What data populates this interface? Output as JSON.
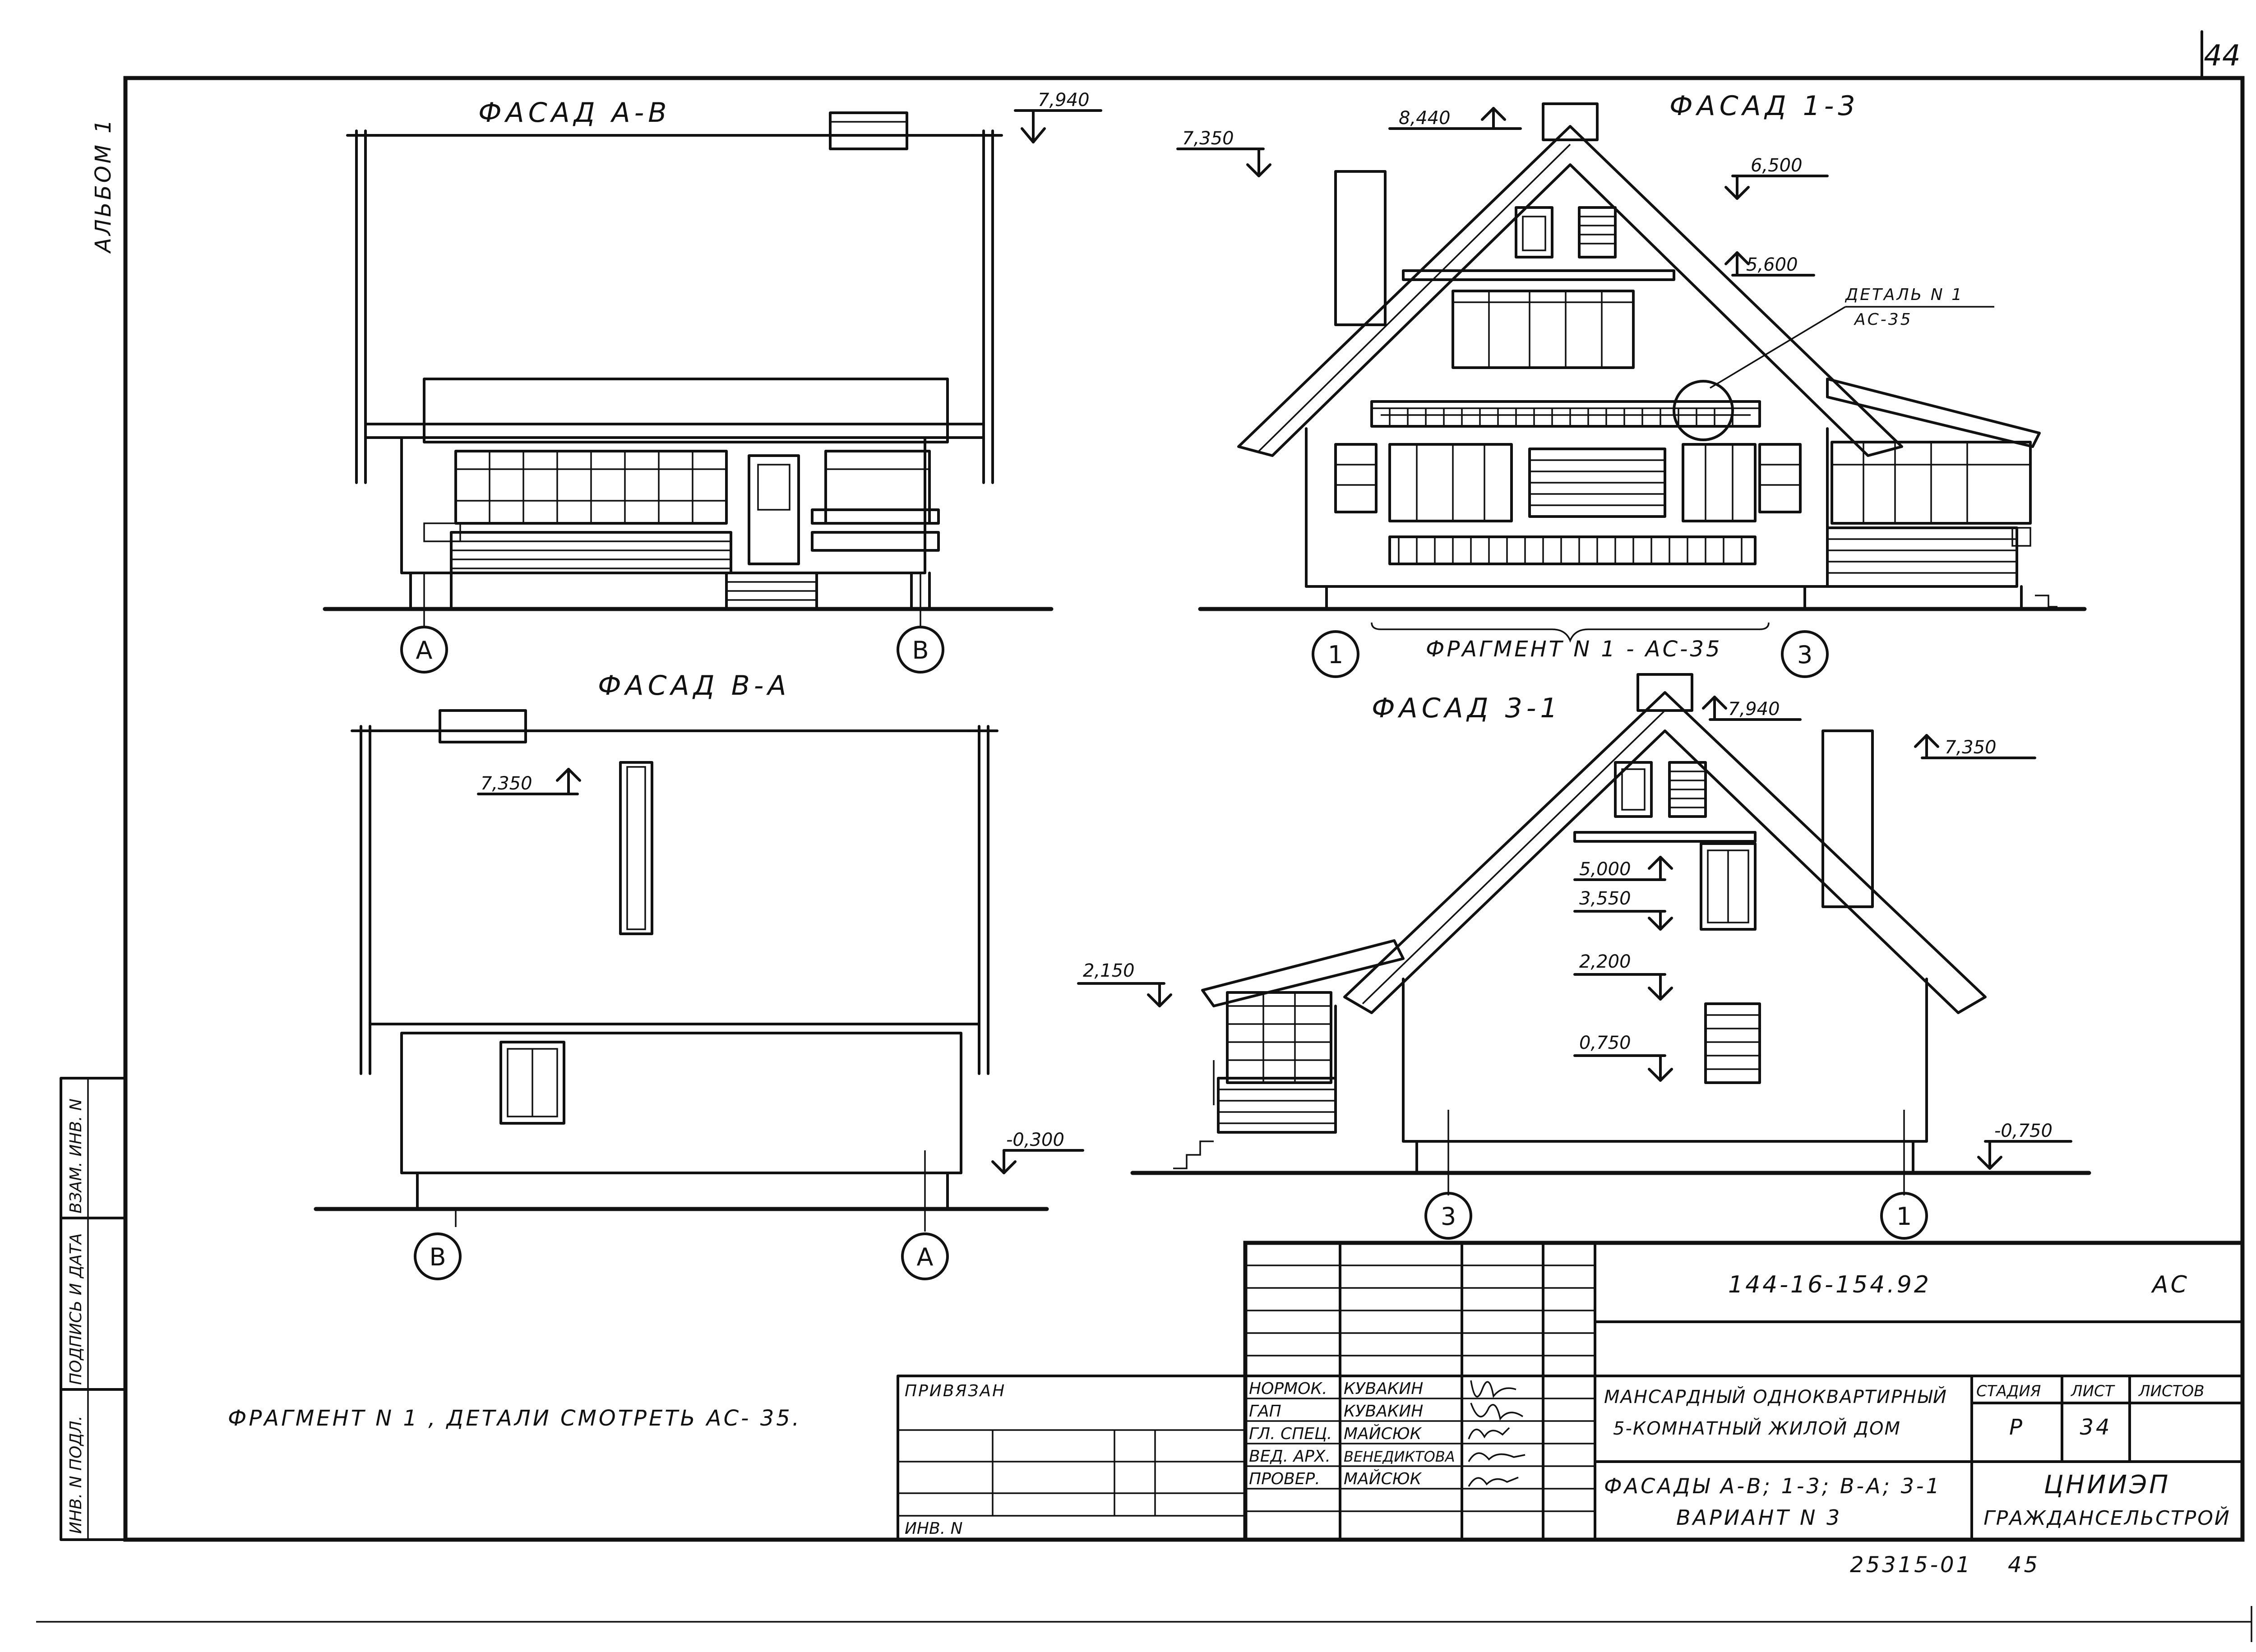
{
  "sheet": {
    "page_number": "44",
    "album_label": "АЛЬБОМ 1",
    "bottom_code": "25315-01",
    "bottom_number": "45"
  },
  "views": {
    "ab": {
      "title": "ФАСАД  А-В",
      "level": "7,940",
      "axis_left": "А",
      "axis_right": "В"
    },
    "ba": {
      "title": "ФАСАД  В-А",
      "level_top": "7,350",
      "level_ground": "-0,300",
      "axis_left": "В",
      "axis_right": "А"
    },
    "v13": {
      "title": "ФАСАД  1-3",
      "levels": [
        "8,440",
        "7,350",
        "6,500",
        "5,600"
      ],
      "detail_label": "ДЕТАЛЬ N 1",
      "detail_ref": "АС-35",
      "fragment": "ФРАГМЕНТ  N 1 - АС-35",
      "axis_left": "1",
      "axis_right": "3"
    },
    "v31": {
      "title": "ФАСАД  3-1",
      "levels": [
        "7,940",
        "7,350",
        "5,000",
        "3,550",
        "2,200",
        "0,750",
        "2,150",
        "-0,750"
      ],
      "axis_left": "3",
      "axis_right": "1"
    }
  },
  "note": "ФРАГМЕНТ N 1 , ДЕТАЛИ  СМОТРЕТЬ  АС- 35.",
  "left_margin": {
    "labels": [
      "ИНВ. N ПОДЛ.",
      "ПОДПИСЬ И ДАТА",
      "ВЗАМ. ИНВ. N"
    ]
  },
  "privyazan": {
    "label": "ПРИВЯЗАН",
    "inv_label": "ИНВ. N"
  },
  "title_block": {
    "code": "144-16-154.92",
    "mark": "АС",
    "roles": [
      "НОРМОК.",
      "ГАП",
      "ГЛ. СПЕЦ.",
      "ВЕД. АРХ.",
      "ПРОВЕР."
    ],
    "names": [
      "КУВАКИН",
      "КУВАКИН",
      "МАЙСЮК",
      "ВЕНЕДИКТОВА",
      "МАЙСЮК"
    ],
    "project_title_1": "МАНСАРДНЫЙ ОДНОКВАРТИРНЫЙ",
    "project_title_2": "5-КОМНАТНЫЙ ЖИЛОЙ ДОМ",
    "sheet_title_1": "ФАСАДЫ  А-В; 1-3; В-А; 3-1",
    "sheet_title_2": "ВАРИАНТ  N 3",
    "stage_label": "СТАДИЯ",
    "sheet_label": "ЛИСТ",
    "sheets_label": "ЛИСТОВ",
    "stage_value": "Р",
    "sheet_value": "34",
    "org_1": "ЦНИИЭП",
    "org_2": "ГРАЖДАНСЕЛЬСТРОЙ"
  }
}
